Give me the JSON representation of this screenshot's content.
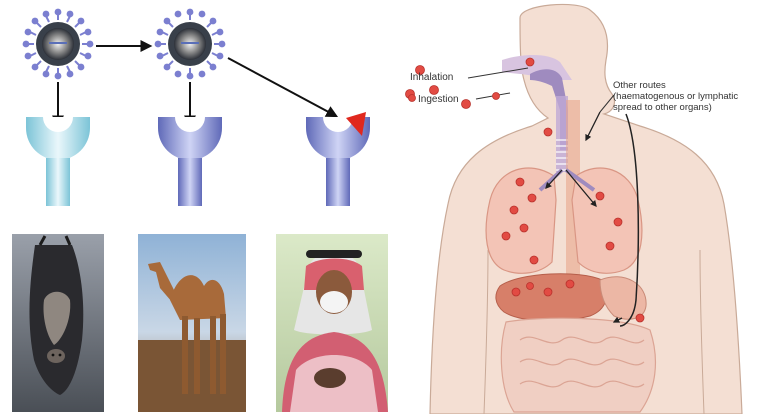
{
  "labels": {
    "inhalation": "Inhalation",
    "ingestion": "Ingestion",
    "other_routes": "Other routes\n(haematogenous or lymphatic\nspread to other organs)"
  },
  "colors": {
    "virus_core": "#39404a",
    "virus_spikes": "#7b7fd0",
    "receptor_light": "#bfe4ee",
    "receptor_blue": "#7f8bd0",
    "receptor_dark": "#6b74c0",
    "binding_marker": "#e0281e",
    "body_skin": "#f4dfd3",
    "lung": "#f3c4b6",
    "liver": "#d77f69",
    "airway": "#9f8bbf",
    "virus_particle": "#e24b43"
  },
  "icons": {
    "arrows": "arrow-icon",
    "virus": "virus-icon",
    "receptor": "receptor-icon"
  },
  "photos": [
    "bat",
    "camel",
    "person-wearing-mask"
  ]
}
